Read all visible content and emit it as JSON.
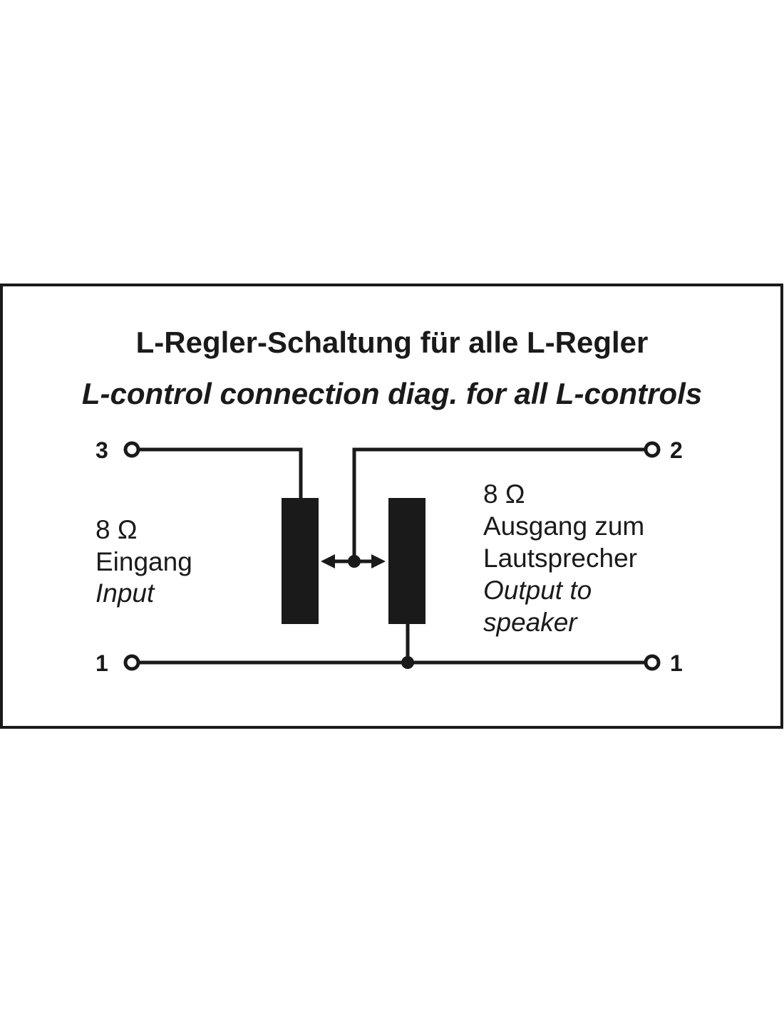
{
  "title": "L-Regler-Schaltung für alle L-Regler",
  "subtitle": "L-control connection diag. for all L-controls",
  "terminals": {
    "in_top": "3",
    "out_top": "2",
    "in_bottom": "1",
    "out_bottom": "1"
  },
  "input": {
    "impedance": "8 Ω",
    "label_de": "Eingang",
    "label_en": "Input"
  },
  "output": {
    "impedance": "8 Ω",
    "label_de_1": "Ausgang zum",
    "label_de_2": "Lautsprecher",
    "label_en_1": "Output to",
    "label_en_2": "speaker"
  },
  "colors": {
    "ink": "#1a1a1a",
    "background": "#ffffff"
  }
}
